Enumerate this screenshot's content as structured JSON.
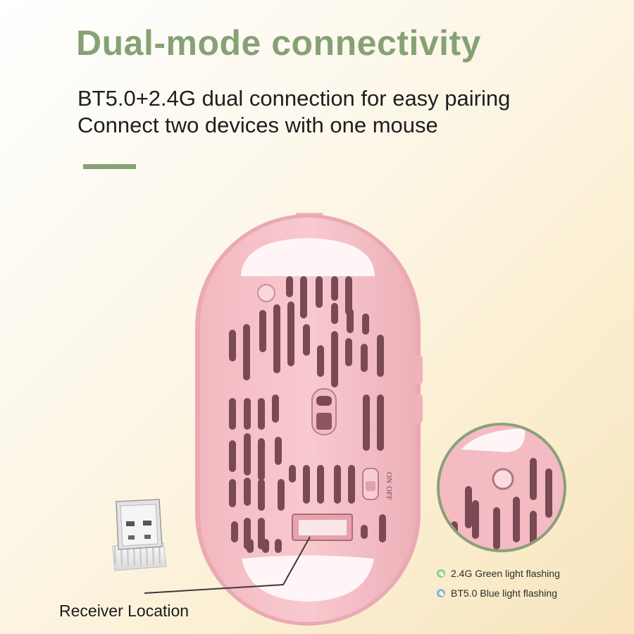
{
  "heading": "Dual-mode connectivity",
  "line1": "BT5.0+2.4G dual connection for easy pairing",
  "line2": "Connect two devices with one mouse",
  "switch_labels": {
    "on": "ON",
    "off": "OFF"
  },
  "legend": [
    {
      "label": "2.4G Green light flashing",
      "color": "#7fd6a0"
    },
    {
      "label": "BT5.0 Blue light flashing",
      "color": "#7fb3e0"
    }
  ],
  "receiver_label": "Receiver Location",
  "colors": {
    "accent": "#86a275",
    "mouse_pink": "#f6c1c8",
    "slot_dark": "#7a4a54",
    "zoom_ring": "#8aa07a"
  }
}
